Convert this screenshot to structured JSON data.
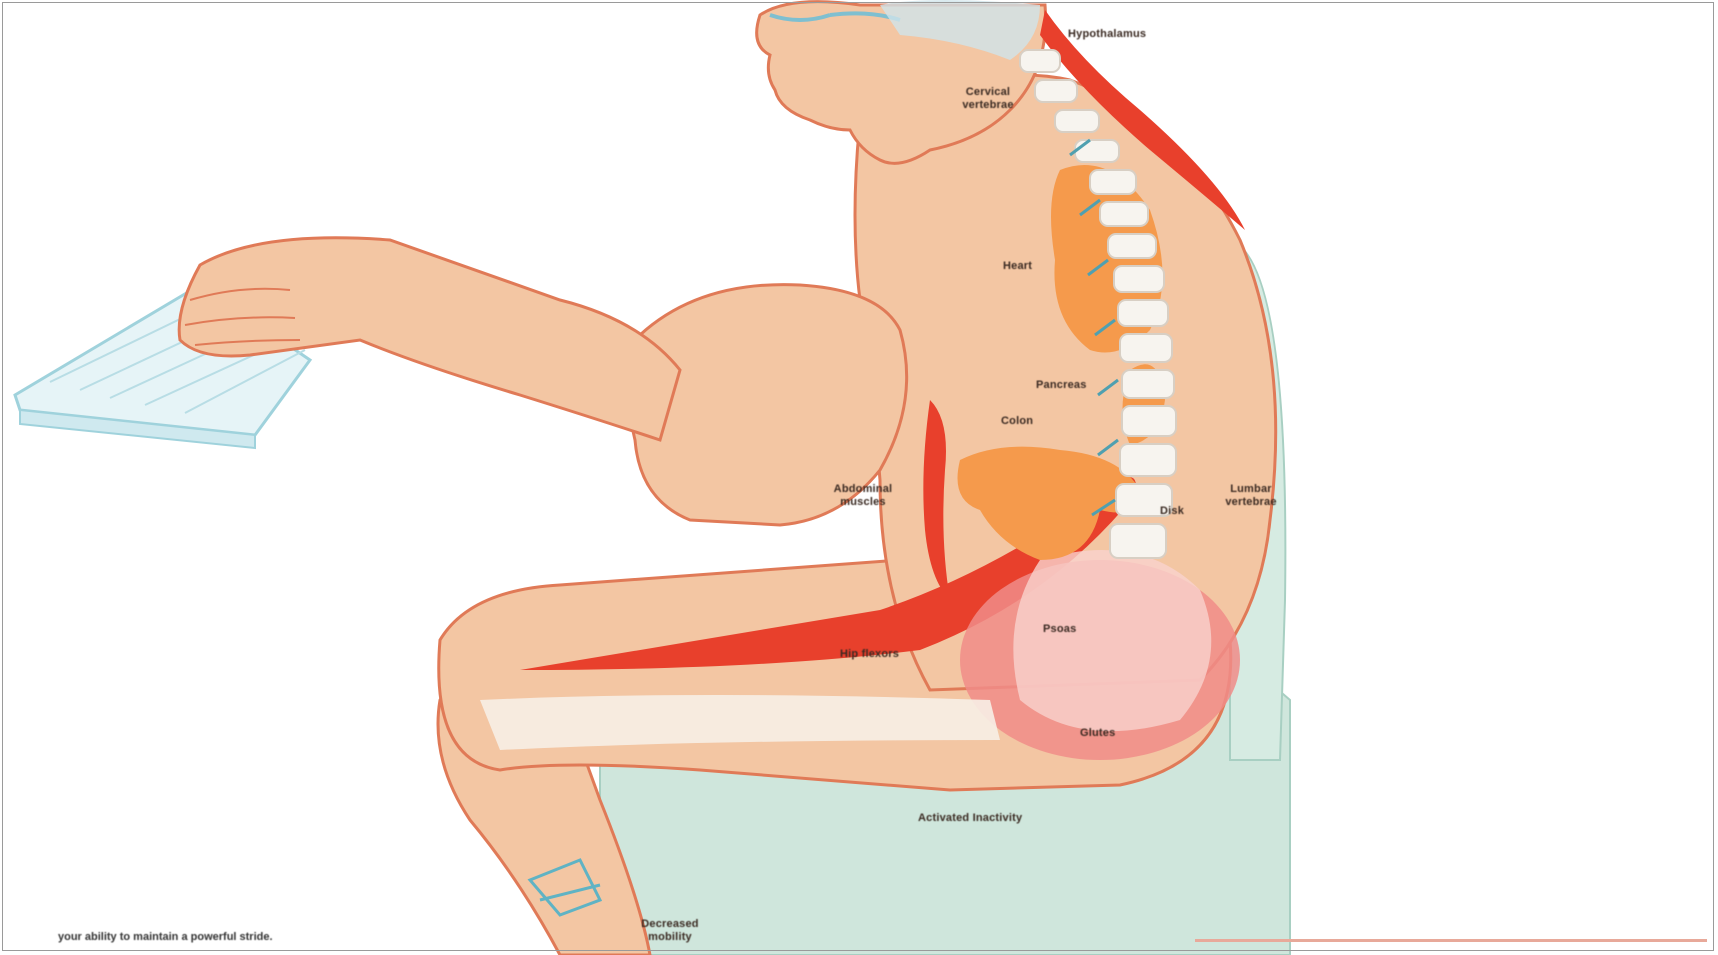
{
  "image": {
    "subject": "Seated person typing at keyboard with internal anatomy shown",
    "colors": {
      "skin": "#f3c6a3",
      "skin_outline": "#e07a57",
      "organ": "#f59a4c",
      "muscle": "#e8402c",
      "spine": "#f4f1ec",
      "chair": "#cfe6dc",
      "keyboard": "#bfe3ea",
      "glute_pink": "#f08c88"
    }
  },
  "labels": {
    "top_right": "Hypothalamus",
    "cervical": "Cervical vertebrae",
    "heart": "Heart",
    "pancreas": "Pancreas",
    "colon": "Colon",
    "abdominal": "Abdominal muscles",
    "lumbar": "Lumbar vertebrae",
    "disk": "Disk",
    "hip_flexors": "Hip flexors",
    "psoas": "Psoas",
    "glutes": "Glutes",
    "activated": "Activated Inactivity",
    "ankle": "Decreased mobility"
  },
  "caption": "your ability to maintain a powerful stride."
}
